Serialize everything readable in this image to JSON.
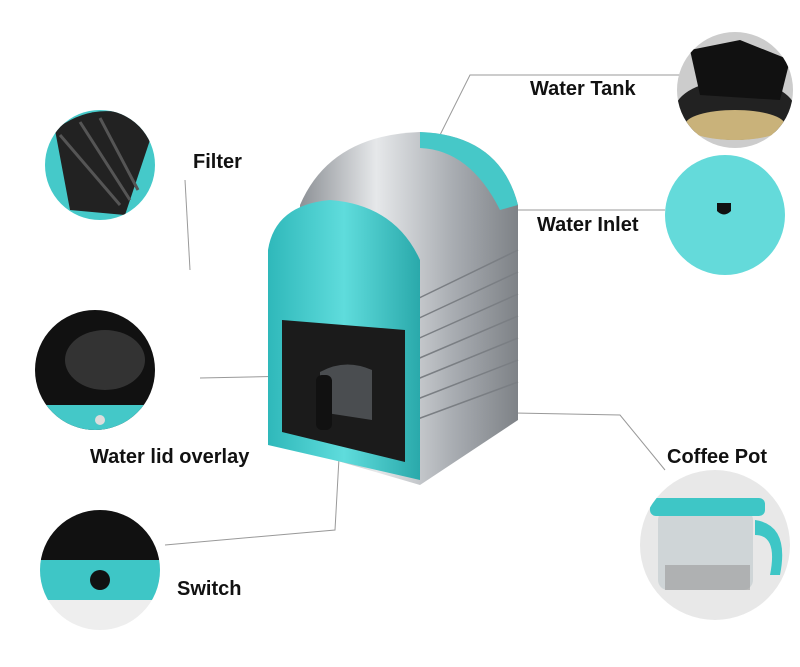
{
  "labels": {
    "water_tank": "Water Tank",
    "filter": "Filter",
    "water_inlet": "Water Inlet",
    "water_lid_overlay": "Water lid overlay",
    "coffee_pot": "Coffee Pot",
    "switch": "Switch"
  },
  "colors": {
    "accent_teal": "#3cc8c8",
    "steel": "#b8bcc0",
    "dark": "#1a1a1a"
  }
}
